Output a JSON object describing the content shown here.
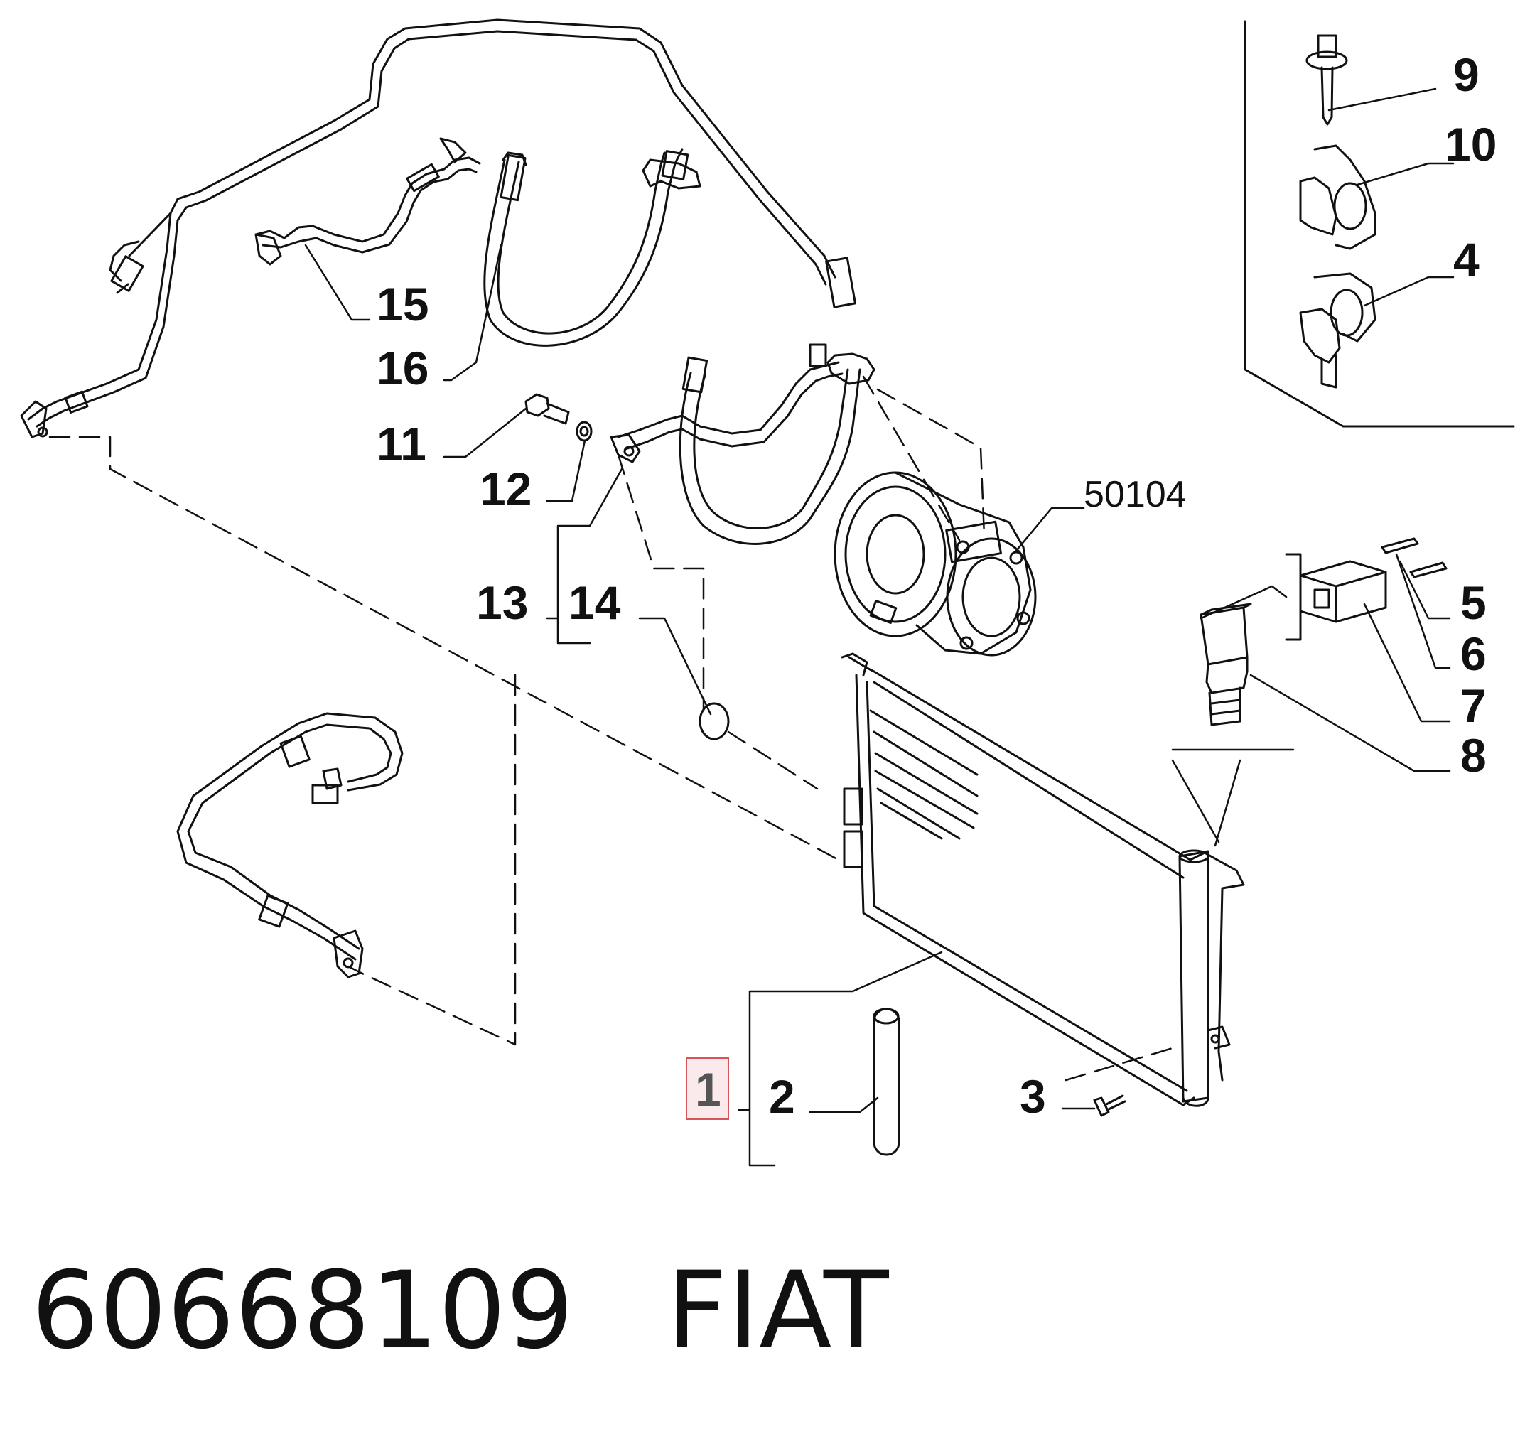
{
  "callouts": {
    "c1": "1",
    "c2": "2",
    "c3": "3",
    "c4": "4",
    "c5": "5",
    "c6": "6",
    "c7": "7",
    "c8": "8",
    "c9": "9",
    "c10": "10",
    "c11": "11",
    "c12": "12",
    "c13": "13",
    "c14": "14",
    "c15": "15",
    "c16": "16",
    "c50104": "50104"
  },
  "highlighted_callout": "1",
  "footer": {
    "part_number": "60668109",
    "brand": "FIAT"
  }
}
